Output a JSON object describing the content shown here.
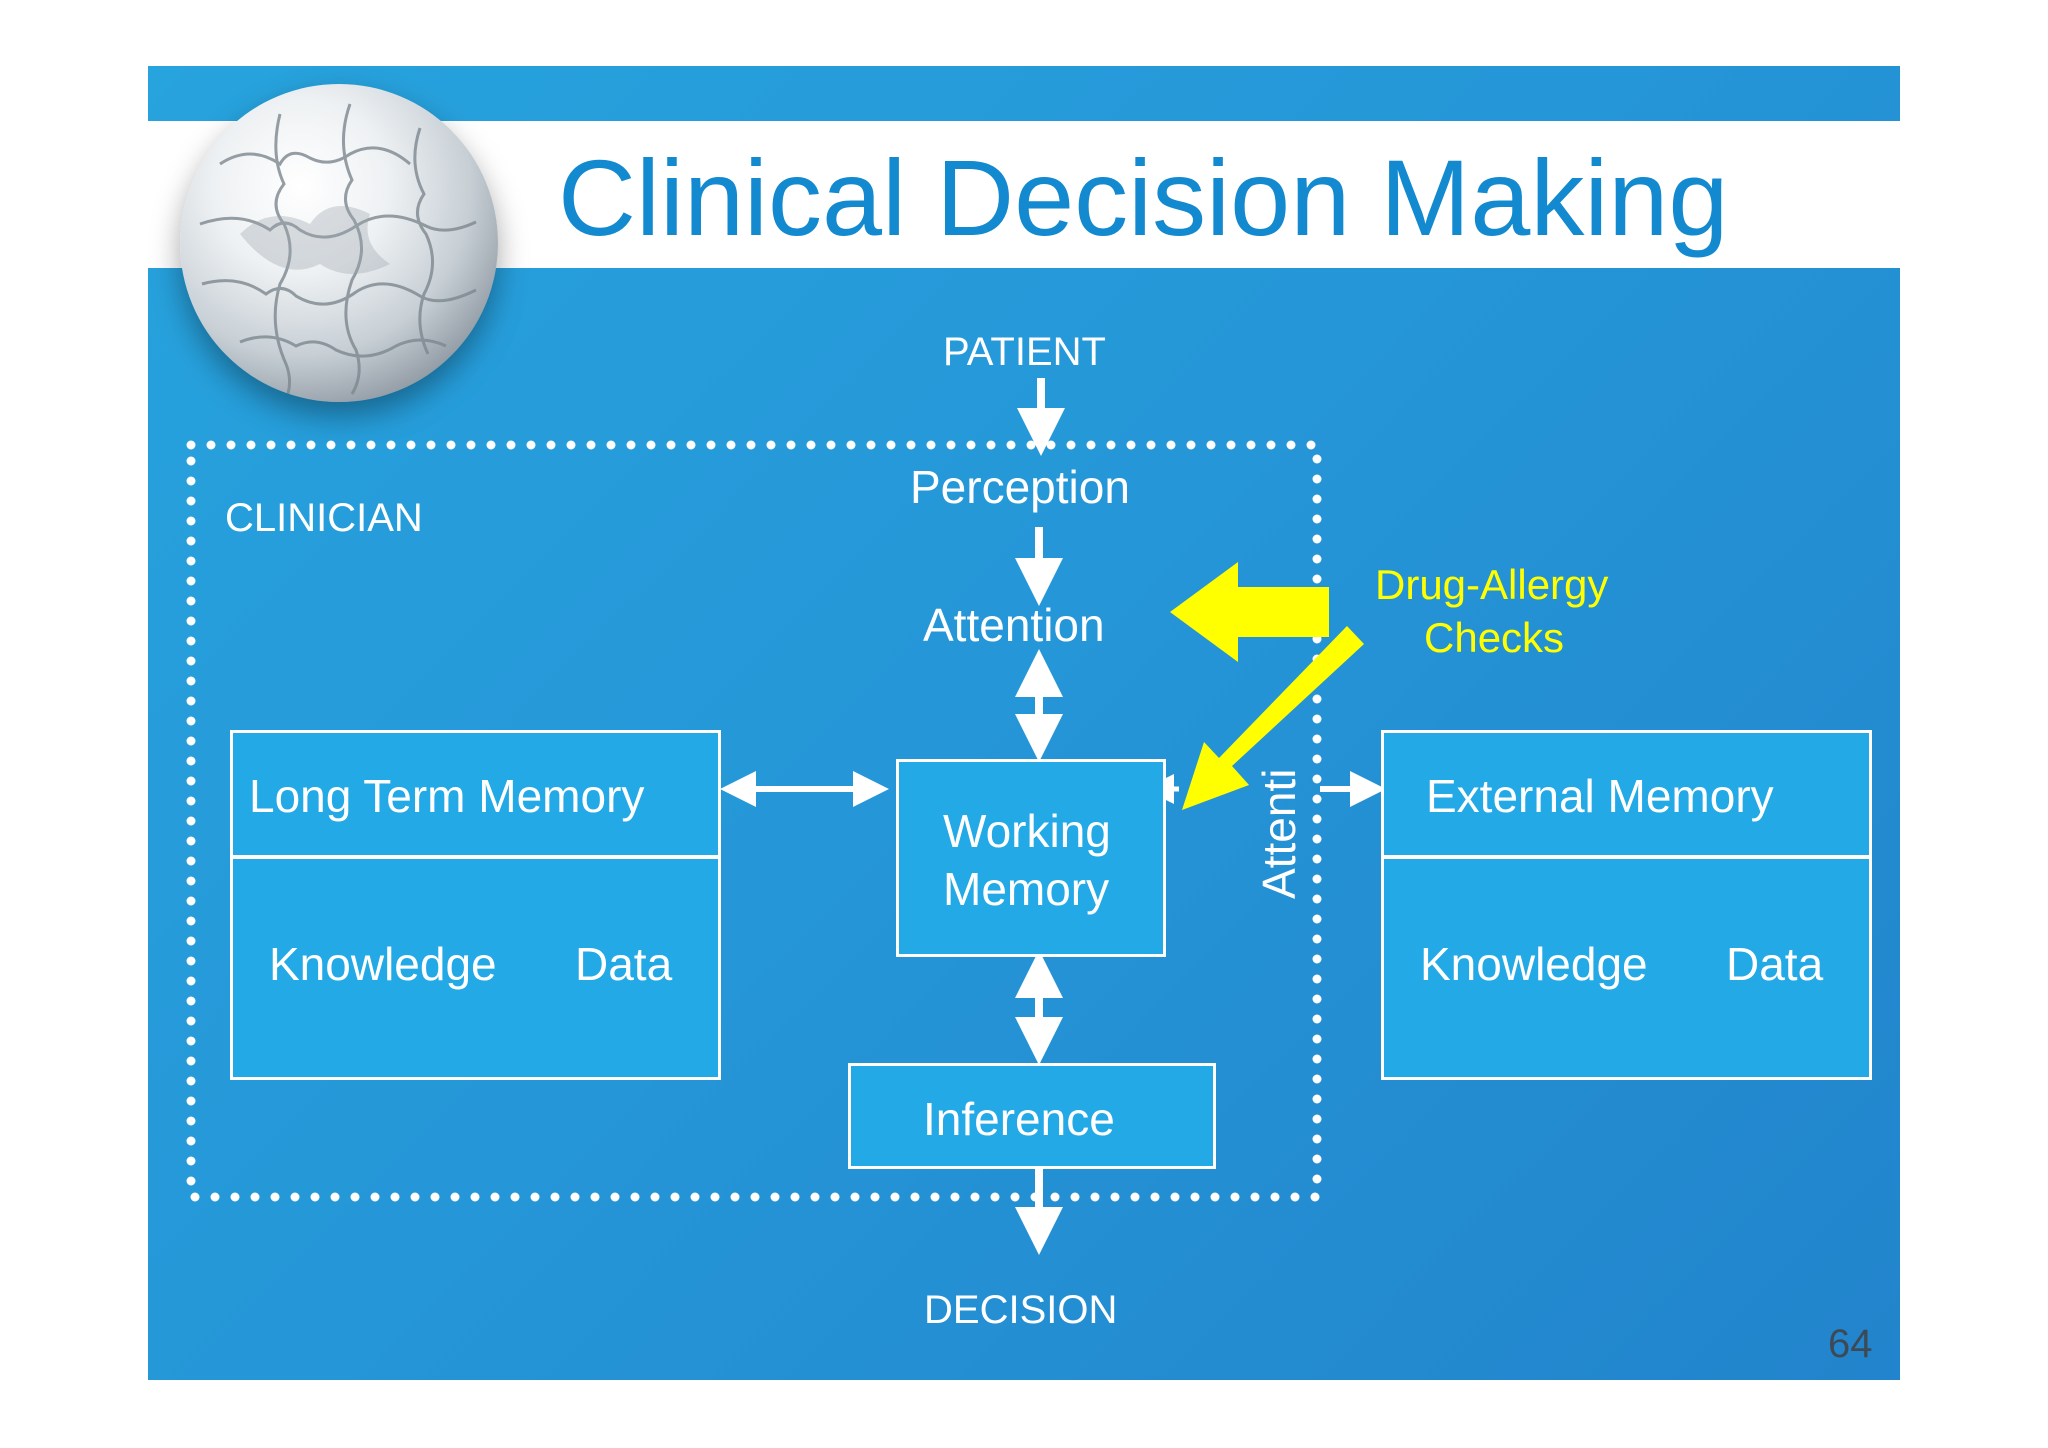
{
  "slide": {
    "title": "Clinical Decision Making",
    "page_number": "64"
  },
  "diagram": {
    "patient": "PATIENT",
    "clinician": "CLINICIAN",
    "perception": "Perception",
    "attention": "Attention",
    "working_memory": [
      "Working",
      "Memory"
    ],
    "inference": "Inference",
    "decision": "DECISION",
    "attention_vertical": "Attenti",
    "long_term_memory": {
      "title": "Long Term Memory",
      "knowledge": "Knowledge",
      "data": "Data"
    },
    "external_memory": {
      "title": "External Memory",
      "knowledge": "Knowledge",
      "data": "Data"
    },
    "callout": [
      "Drug-Allergy",
      "Checks"
    ]
  },
  "colors": {
    "slide_background": "#2597d8",
    "title_text": "#1389cf",
    "box_fill": "#22a9e6",
    "callout_yellow": "#ffff00",
    "lines": "#ffffff"
  },
  "icons": {
    "logo": "puzzle-globe-icon"
  }
}
